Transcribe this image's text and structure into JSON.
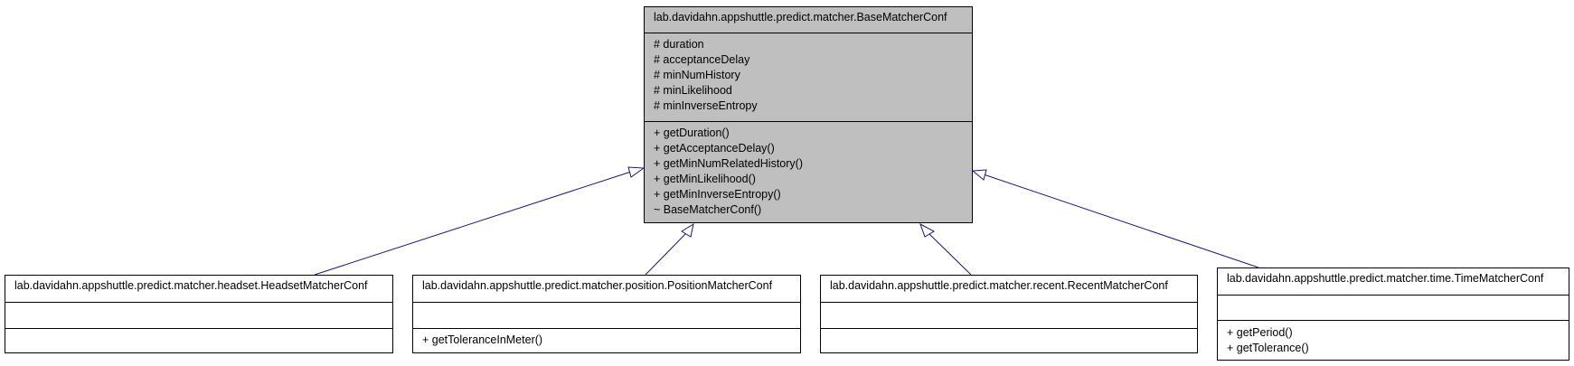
{
  "base_class": {
    "name": "lab.davidahn.appshuttle.predict.matcher.BaseMatcherConf",
    "attributes": [
      "# duration",
      "# acceptanceDelay",
      "# minNumHistory",
      "# minLikelihood",
      "# minInverseEntropy"
    ],
    "operations": [
      "+ getDuration()",
      "+ getAcceptanceDelay()",
      "+ getMinNumRelatedHistory()",
      "+ getMinLikelihood()",
      "+ getMinInverseEntropy()",
      "~ BaseMatcherConf()"
    ]
  },
  "subclasses": [
    {
      "name": "lab.davidahn.appshuttle.predict.matcher.headset.HeadsetMatcherConf",
      "attributes": [],
      "operations": []
    },
    {
      "name": "lab.davidahn.appshuttle.predict.matcher.position.PositionMatcherConf",
      "attributes": [],
      "operations": [
        "+ getToleranceInMeter()"
      ]
    },
    {
      "name": "lab.davidahn.appshuttle.predict.matcher.recent.RecentMatcherConf",
      "attributes": [],
      "operations": []
    },
    {
      "name": "lab.davidahn.appshuttle.predict.matcher.time.TimeMatcherConf",
      "attributes": [],
      "operations": [
        "+ getPeriod()",
        "+ getTolerance()"
      ]
    }
  ],
  "colors": {
    "base_fill": "#bfbfbf",
    "edge": "#191970",
    "border": "#000000"
  }
}
